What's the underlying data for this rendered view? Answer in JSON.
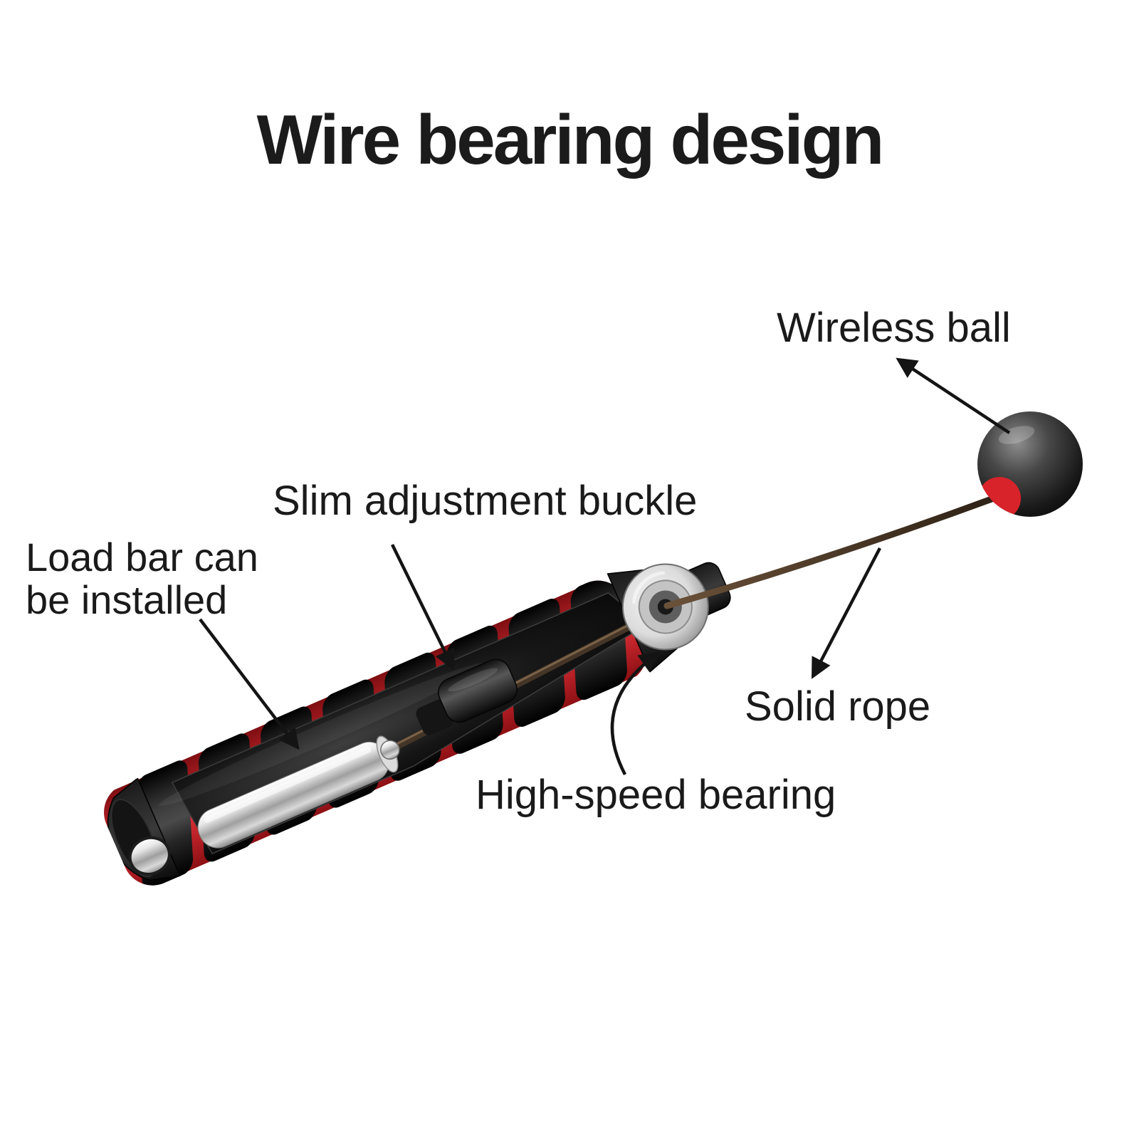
{
  "title": "Wire bearing design",
  "labels": {
    "wireless_ball": "Wireless ball",
    "slim_adjustment_buckle": "Slim adjustment buckle",
    "load_bar": "Load bar can\nbe installed",
    "solid_rope": "Solid rope",
    "high_speed_bearing": "High-speed bearing"
  },
  "product": {
    "name": "wire bearing jump rope handle",
    "parts": [
      "wireless-ball",
      "solid-rope",
      "high-speed-bearing",
      "slim-adjustment-buckle",
      "load-bar",
      "foam-handle"
    ]
  },
  "colors": {
    "background": "#ffffff",
    "text": "#1a1a1a",
    "accent_red": "#d8232a",
    "foam_black": "#111111",
    "metal_silver": "#c9c9c9",
    "rope_brown": "#4a3628"
  }
}
